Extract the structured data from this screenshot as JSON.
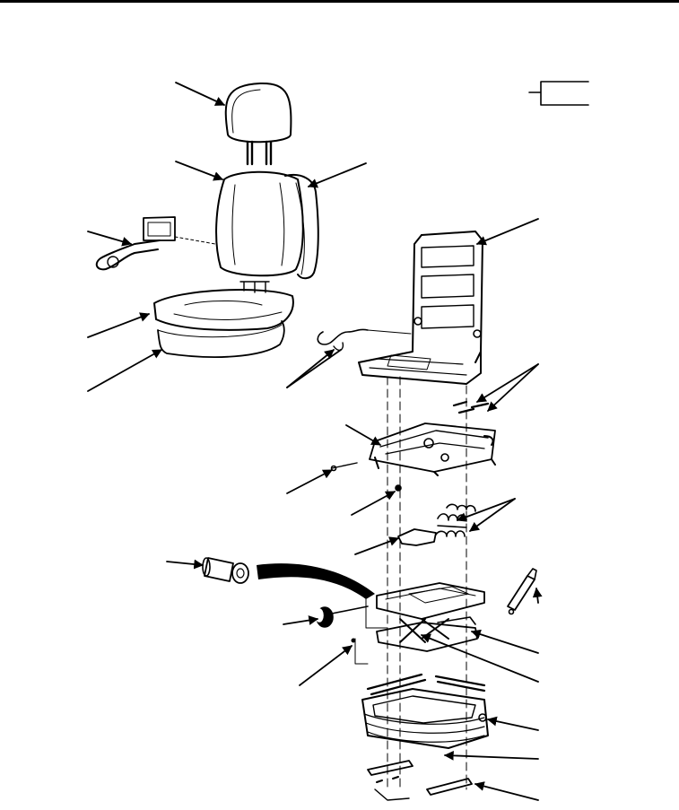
{
  "figure": {
    "kind": "exploded parts diagram",
    "subject": "seat assembly",
    "ink_color": "#000000",
    "paper_color": "#ffffff"
  },
  "components": [
    "headrest",
    "seat-back-cushion",
    "seat-back-cover",
    "armrest",
    "seat-cushion",
    "seat-foam-pad",
    "seat-frame",
    "seat-slide-rails",
    "suspension-springs",
    "scissor-suspension",
    "shock-absorber",
    "adjustment-knob",
    "bushing",
    "suspension-bellows-base",
    "mounting-rails"
  ],
  "callouts": {
    "count": 22,
    "labels_printed": false
  },
  "detail_box": {
    "shown": true,
    "text": ""
  }
}
